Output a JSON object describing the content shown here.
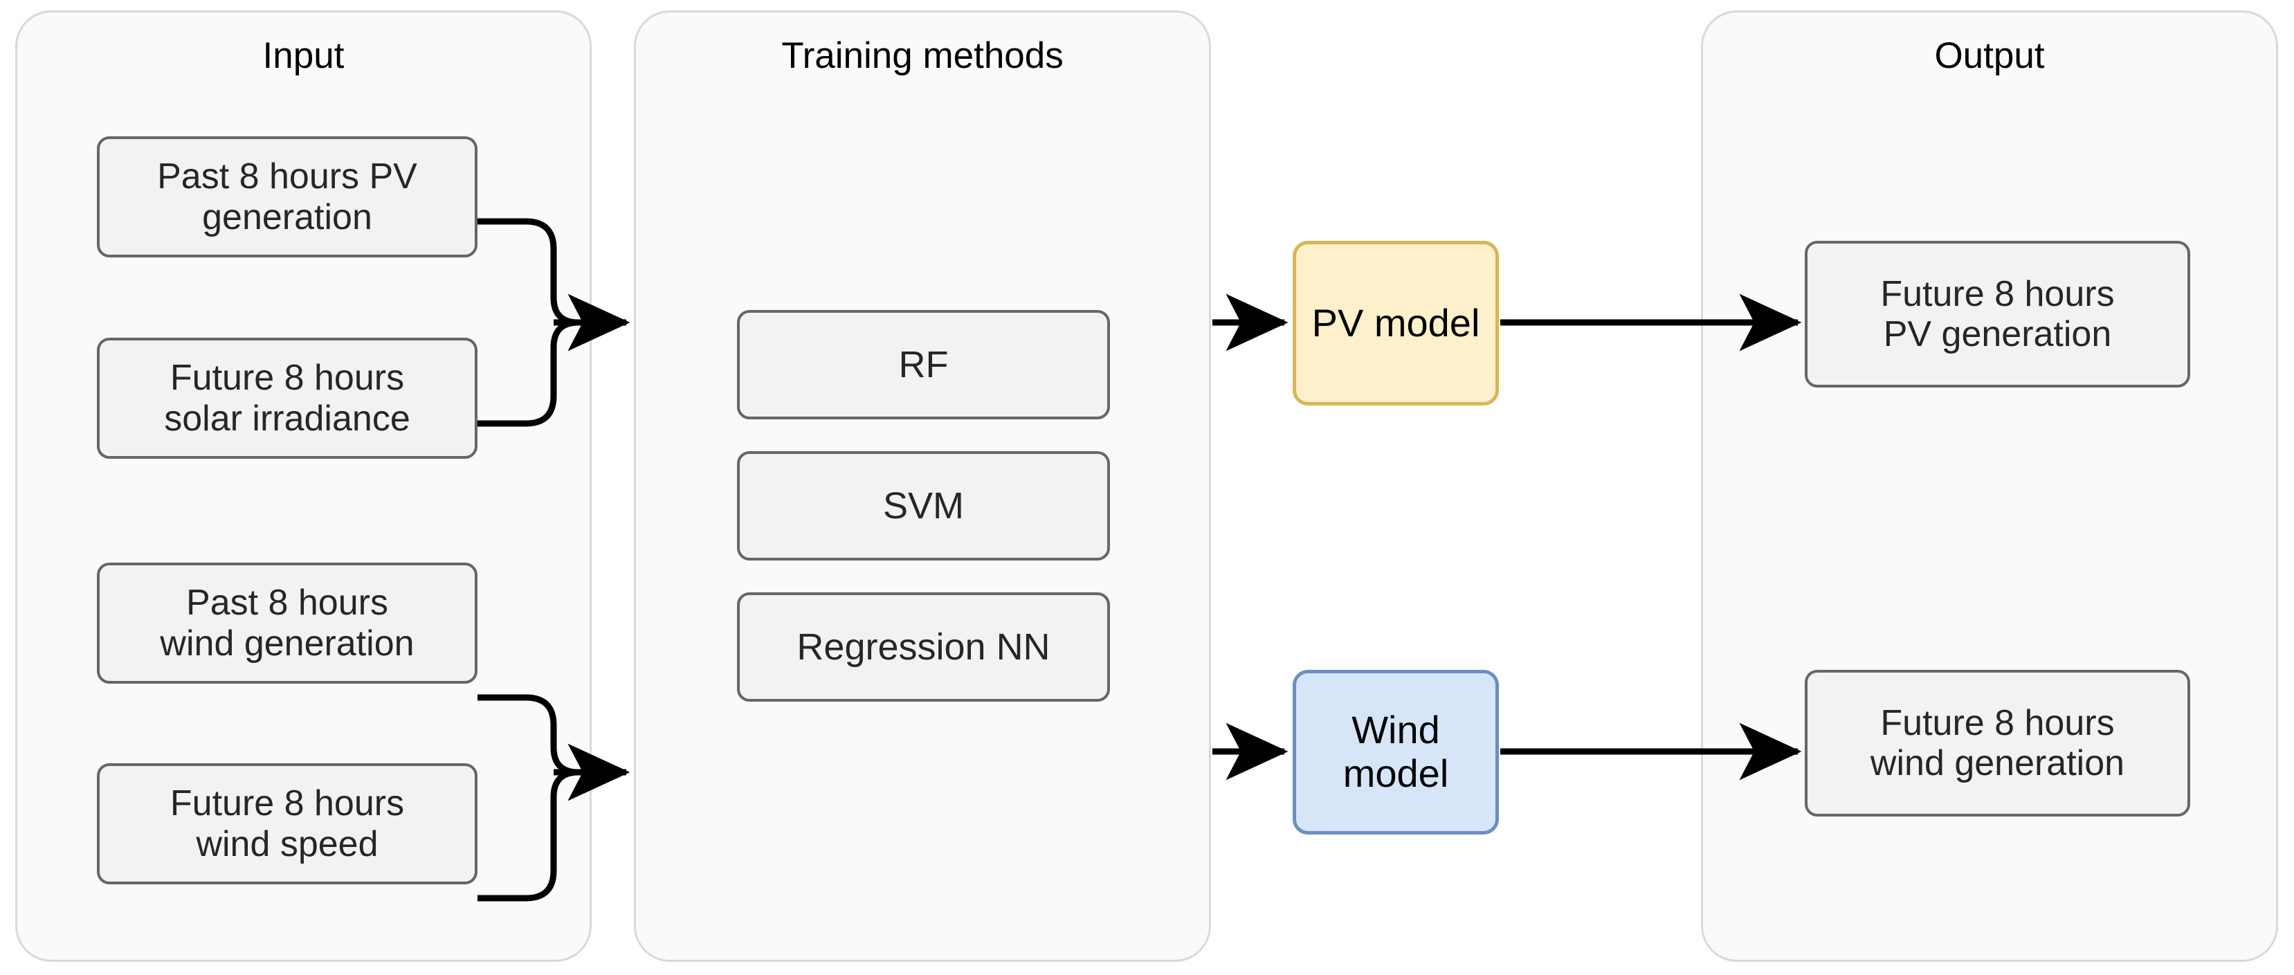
{
  "diagram": {
    "title_hidden": "",
    "colors": {
      "group_fill": "#fafafa",
      "group_border": "#d9d9d9",
      "node_fill": "#f2f2f2",
      "node_border": "#666666",
      "pv_fill": "#fdf0ca",
      "pv_border": "#d6b656",
      "wind_fill": "#d6e5f8",
      "wind_border": "#6c8ebf",
      "arrow": "#000000"
    }
  },
  "groups": {
    "input": {
      "title": "Input"
    },
    "training": {
      "title": "Training methods"
    },
    "output": {
      "title": "Output"
    }
  },
  "input_nodes": [
    {
      "id": "past-pv-generation",
      "line1": "Past 8 hours PV",
      "line2": "generation"
    },
    {
      "id": "future-solar-irradiance",
      "line1": "Future 8 hours",
      "line2": "solar irradiance"
    },
    {
      "id": "past-wind-generation",
      "line1": "Past 8 hours",
      "line2": "wind generation"
    },
    {
      "id": "future-wind-speed",
      "line1": "Future 8 hours",
      "line2": "wind speed"
    }
  ],
  "training_nodes": [
    {
      "id": "rf",
      "label": "RF"
    },
    {
      "id": "svm",
      "label": "SVM"
    },
    {
      "id": "regression-nn",
      "label": "Regression NN"
    }
  ],
  "model_nodes": [
    {
      "id": "pv-model",
      "label": "PV model"
    },
    {
      "id": "wind-model",
      "label": "Wind model"
    }
  ],
  "output_nodes": [
    {
      "id": "future-pv-generation",
      "line1": "Future 8 hours",
      "line2": "PV generation"
    },
    {
      "id": "future-wind-generation",
      "line1": "Future 8 hours",
      "line2": "wind generation"
    }
  ],
  "edges": [
    {
      "id": "pv-inputs-to-training",
      "from": "past-pv-generation + future-solar-irradiance",
      "to": "training-methods"
    },
    {
      "id": "wind-inputs-to-training",
      "from": "past-wind-generation + future-wind-speed",
      "to": "training-methods"
    },
    {
      "id": "training-to-pv-model",
      "from": "training-methods",
      "to": "pv-model"
    },
    {
      "id": "training-to-wind-model",
      "from": "training-methods",
      "to": "wind-model"
    },
    {
      "id": "pv-model-to-output",
      "from": "pv-model",
      "to": "future-pv-generation"
    },
    {
      "id": "wind-model-to-output",
      "from": "wind-model",
      "to": "future-wind-generation"
    }
  ]
}
